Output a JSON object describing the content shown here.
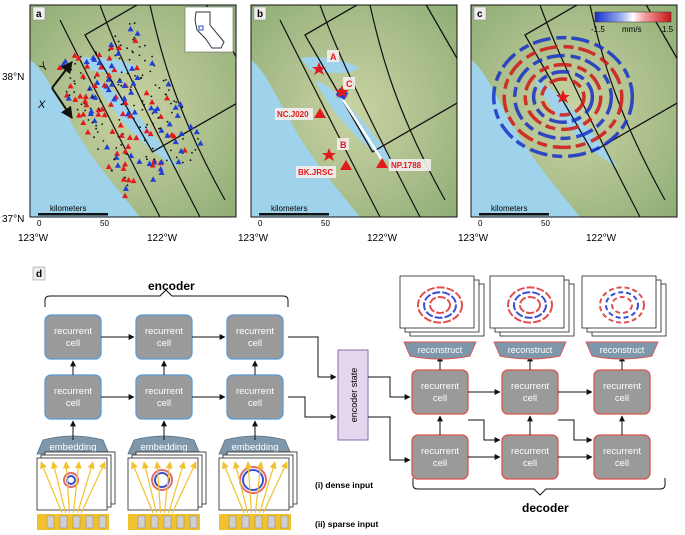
{
  "panels": {
    "a": {
      "letter": "a",
      "scale_title": "kilometers",
      "scale_start": "0",
      "scale_end": "50"
    },
    "b": {
      "letter": "b",
      "scale_title": "kilometers",
      "scale_start": "0",
      "scale_end": "50",
      "labels": {
        "A": "A",
        "B": "B",
        "C": "C"
      },
      "stations": {
        "s1": "NC.J020",
        "s2": "BK.JRSC",
        "s3": "NP.1788"
      }
    },
    "c": {
      "letter": "c",
      "scale_title": "kilometers",
      "scale_start": "0",
      "scale_end": "50",
      "colorbar": {
        "min": "-1.5",
        "max": "1.5",
        "unit": "mm/s"
      }
    }
  },
  "axis": {
    "lat_top": "38°N",
    "lat_bottom": "37°N",
    "lon_left": "123°W",
    "lon_right": "122°W",
    "axis_x_label": "X",
    "axis_y_label": "Y"
  },
  "diagram": {
    "letter": "d",
    "encoder_title": "encoder",
    "decoder_title": "decoder",
    "cell_line1": "recurrent",
    "cell_line2": "cell",
    "embedding_label": "embedding",
    "reconstruct_label": "reconstruct",
    "encoder_state_label": "encoder state",
    "dense_input_label": "(i) dense input",
    "sparse_input_label": "(ii) sparse input"
  },
  "colors": {
    "encoder_border": "#5b9bd5",
    "decoder_border": "#d9534f",
    "cell_fill": "#9a9a9a",
    "embedding_fill": "#7f97aa",
    "state_fill": "#e3d6ee",
    "state_border": "#8e6aa8",
    "water": "#9fd3ec",
    "land": "#b7c995",
    "station_red": "#e31a1c",
    "station_blue": "#1f3fd6"
  }
}
